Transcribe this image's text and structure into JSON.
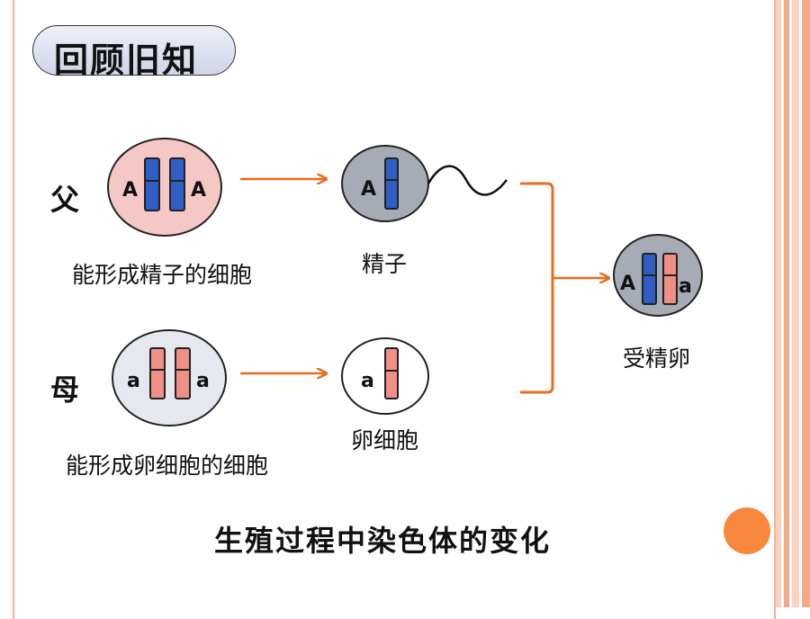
{
  "title": "回顾旧知",
  "father": {
    "label": "父",
    "cell_label": "能形成精子的细胞",
    "allele_left": "A",
    "allele_right": "A"
  },
  "mother": {
    "label": "母",
    "cell_label": "能形成卵细胞的细胞",
    "allele_left": "a",
    "allele_right": "a"
  },
  "sperm": {
    "label": "精子",
    "allele": "A"
  },
  "egg": {
    "label": "卵细胞",
    "allele": "a"
  },
  "zygote": {
    "label": "受精卵",
    "allele_left": "A",
    "allele_right": "a"
  },
  "caption": "生殖过程中染色体的变化",
  "colors": {
    "father_cell": "#f5c8c5",
    "mother_cell": "#e6e8ef",
    "sperm_cell": "#a7abb6",
    "egg_cell": "#ffffff",
    "zygote_cell": "#a7abb6",
    "blue_chromosome": "#2f5fc4",
    "pink_chromosome": "#ef8f86",
    "arrow": "#e86d1e",
    "accent_dot": "#f7883e"
  }
}
